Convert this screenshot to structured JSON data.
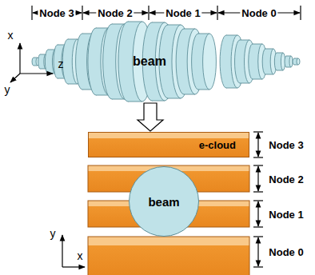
{
  "diagram": {
    "nodes": [
      {
        "text": [
          "beam"
        ]
      },
      {
        "text": [
          "e-cloud"
        ]
      },
      {
        "text": [
          "beam"
        ]
      }
    ],
    "edges": [
      {
        "from": 0,
        "to": 1,
        "arrow": "to"
      }
    ],
    "labels": [
      "Node 3",
      "Node 2",
      "Node 1",
      "Node 0",
      "x",
      "z",
      "y",
      "Node 3",
      "Node 2",
      "Node 1",
      "Node 0",
      "y",
      "x"
    ]
  }
}
